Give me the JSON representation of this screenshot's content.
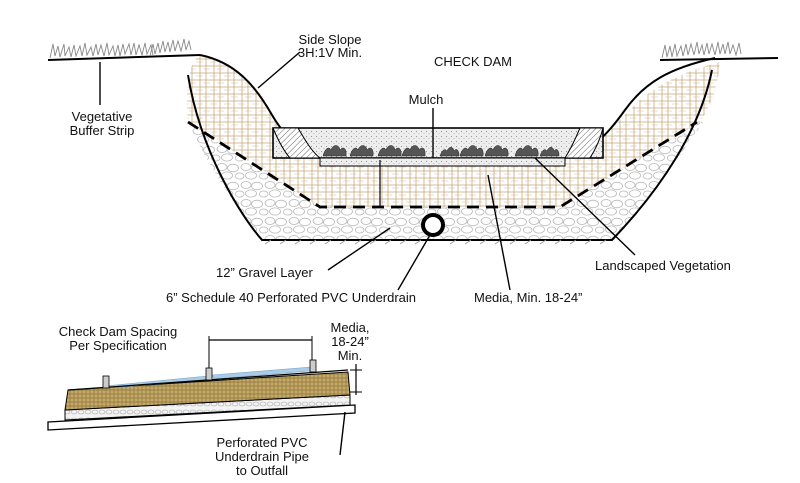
{
  "diagram": {
    "title": "CHECK DAM",
    "labels": {
      "side_slope_1": "Side Slope",
      "side_slope_2": "3H:1V Min.",
      "buffer_1": "Vegetative",
      "buffer_2": "Buffer Strip",
      "mulch": "Mulch",
      "gravel": "12” Gravel Layer",
      "underdrain": "6” Schedule 40 Perforated PVC Underdrain",
      "media": "Media, Min. 18-24”",
      "vegetation": "Landscaped Vegetation"
    }
  },
  "profile": {
    "labels": {
      "spacing_1": "Check Dam Spacing",
      "spacing_2": "Per Specification",
      "media_1": "Media,",
      "media_2": "18-24”",
      "media_3": "Min.",
      "pipe_1": "Perforated PVC",
      "pipe_2": "Underdrain Pipe",
      "pipe_3": "to Outfall"
    }
  },
  "colors": {
    "media_line": "#c9a77c",
    "gravel_line": "#b9b9b9",
    "mulch_fill": "#e4e4e4",
    "water": "#a9cbe8",
    "profile_soil": "#b59a55"
  }
}
